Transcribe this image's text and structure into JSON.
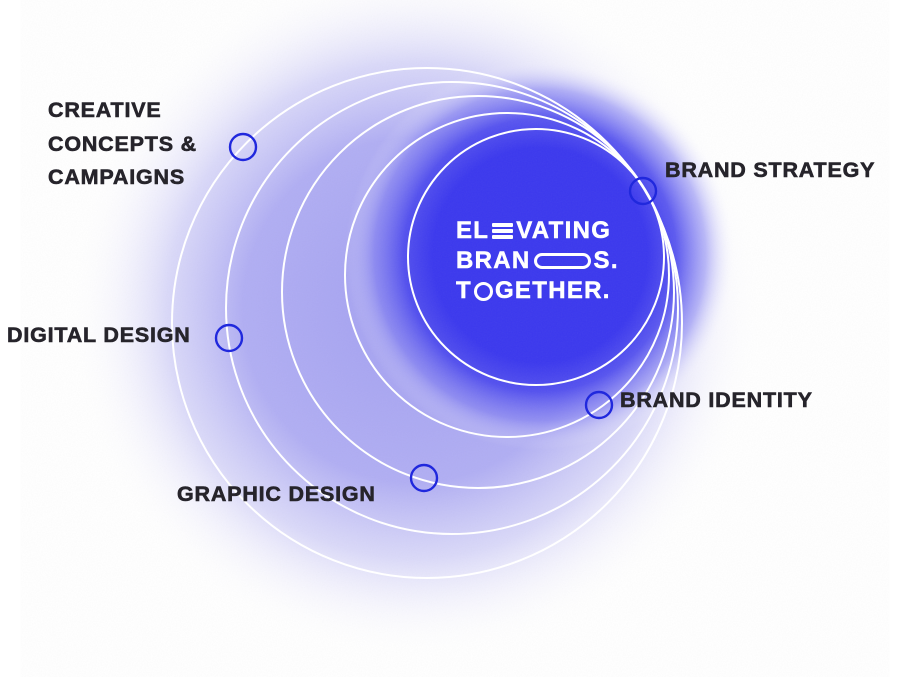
{
  "logo": {
    "line1_pre": "EL",
    "line1_post": "VATING",
    "line2_pre": "BRAN",
    "line2_post": "S.",
    "line3_pre": "T",
    "line3_post": "GETHER."
  },
  "services": [
    {
      "id": "creative-concepts-campaigns",
      "lines": [
        "CREATIVE",
        "CONCEPTS &",
        "CAMPAIGNS"
      ]
    },
    {
      "id": "brand-strategy",
      "lines": [
        "BRAND STRATEGY"
      ]
    },
    {
      "id": "digital-design",
      "lines": [
        "DIGITAL DESIGN"
      ]
    },
    {
      "id": "brand-identity",
      "lines": [
        "BRAND IDENTITY"
      ]
    },
    {
      "id": "graphic-design",
      "lines": [
        "GRAPHIC DESIGN"
      ]
    }
  ],
  "colors": {
    "core_blue": "#3b38ee",
    "glow_lavender": "#a3a0f1",
    "ring_white": "#ffffff",
    "marker_blue": "#2028dd",
    "label_text": "#26242b",
    "logo_text": "#ffffff",
    "background": "#ffffff"
  }
}
